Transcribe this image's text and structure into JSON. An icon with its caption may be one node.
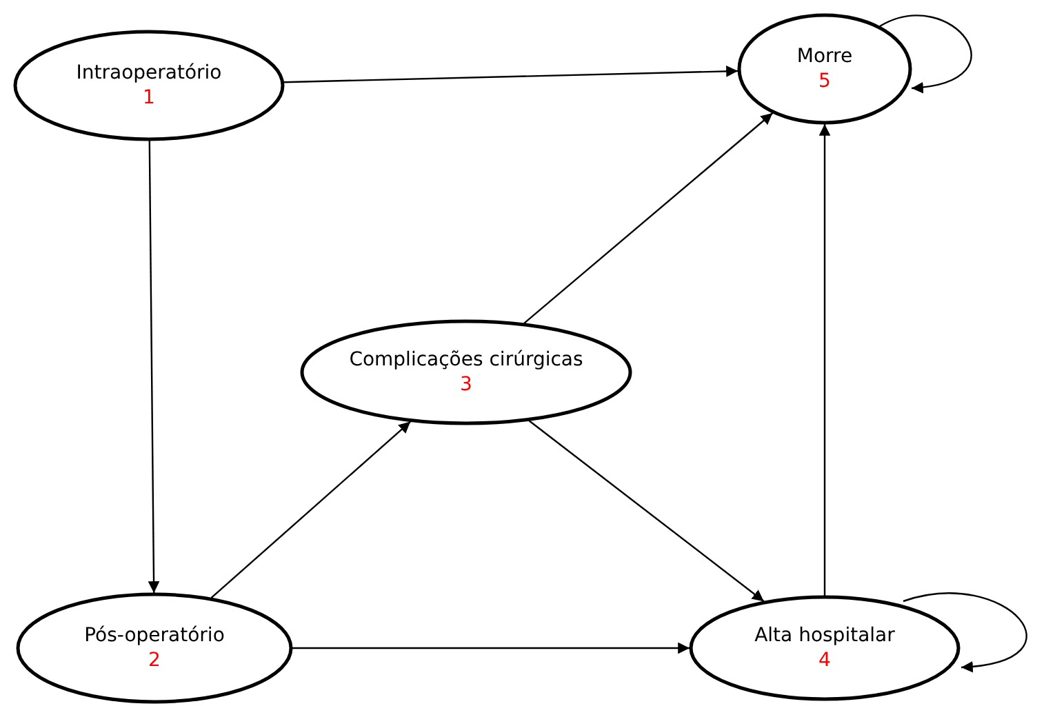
{
  "diagram": {
    "nodes": [
      {
        "text": [
          "Intraoperatório",
          "1"
        ]
      },
      {
        "text": [
          "Morre",
          "5"
        ]
      },
      {
        "text": [
          "Complicações cirúrgicas",
          "3"
        ]
      },
      {
        "text": [
          "Pós-operatório",
          "2"
        ]
      },
      {
        "text": [
          "Alta hospitalar",
          "4"
        ]
      }
    ],
    "edges": [
      {
        "from": 0,
        "to": 1,
        "arrow": "to"
      },
      {
        "from": 0,
        "to": 3,
        "arrow": "to"
      },
      {
        "from": 3,
        "to": 2,
        "arrow": "to"
      },
      {
        "from": 3,
        "to": 4,
        "arrow": "to"
      },
      {
        "from": 2,
        "to": 1,
        "arrow": "to"
      },
      {
        "from": 2,
        "to": 4,
        "arrow": "to"
      },
      {
        "from": 4,
        "to": 1,
        "arrow": "to"
      },
      {
        "from": 1,
        "to": 1,
        "arrow": "to"
      },
      {
        "from": 4,
        "to": 4,
        "arrow": "to"
      }
    ]
  }
}
